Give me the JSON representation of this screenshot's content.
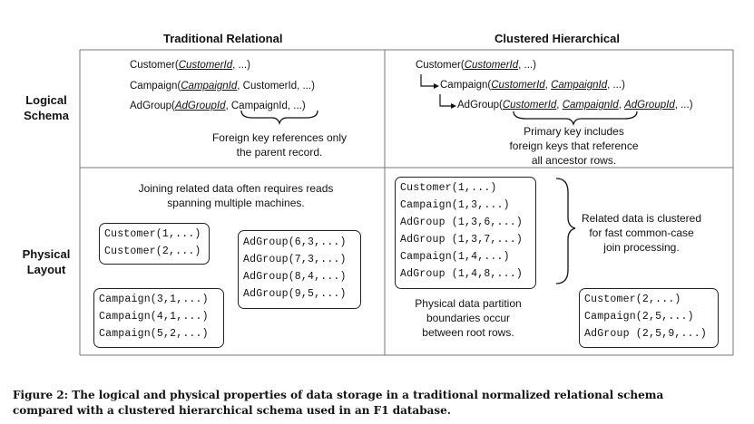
{
  "headers": {
    "traditional": "Traditional Relational",
    "clustered": "Clustered Hierarchical"
  },
  "row_labels": {
    "logical_1": "Logical",
    "logical_2": "Schema",
    "physical_1": "Physical",
    "physical_2": "Layout"
  },
  "traditional_logical": {
    "customer": {
      "prefix": "Customer(",
      "key": "CustomerId",
      "suffix": ", ...)"
    },
    "campaign": {
      "prefix": "Campaign(",
      "key": "CampaignId",
      "suffix": ", CustomerId, ...)"
    },
    "adgroup": {
      "prefix": "AdGroup(",
      "key": "AdGroupId",
      "mid": ", ",
      "fk": "CampaignId",
      "suffix": ", ...)"
    },
    "note_1": "Foreign key references only",
    "note_2": "the parent record."
  },
  "clustered_logical": {
    "customer": {
      "prefix": "Customer(",
      "key": "CustomerId",
      "suffix": ", ...)"
    },
    "campaign": {
      "prefix": "Campaign(",
      "key1": "CustomerId",
      "sep": ", ",
      "key2": "CampaignId",
      "suffix": ", ...)"
    },
    "adgroup": {
      "prefix": "AdGroup(",
      "key1": "CustomerId",
      "sep1": ", ",
      "key2": "CampaignId",
      "sep2": ", ",
      "key3": "AdGroupId",
      "suffix": ", ...)"
    },
    "note_1": "Primary key includes",
    "note_2": "foreign keys that reference",
    "note_3": "all ancestor rows."
  },
  "traditional_physical": {
    "note_1": "Joining related data often requires reads",
    "note_2": "spanning multiple machines.",
    "customer_box": [
      "Customer(1,...)",
      "Customer(2,...)"
    ],
    "adgroup_box": [
      "AdGroup(6,3,...)",
      "AdGroup(7,3,...)",
      "AdGroup(8,4,...)",
      "AdGroup(9,5,...)"
    ],
    "campaign_box": [
      "Campaign(3,1,...)",
      "Campaign(4,1,...)",
      "Campaign(5,2,...)"
    ]
  },
  "clustered_physical": {
    "box1": [
      "Customer(1,...)",
      "Campaign(1,3,...)",
      "AdGroup (1,3,6,...)",
      "AdGroup (1,3,7,...)",
      "Campaign(1,4,...)",
      "AdGroup (1,4,8,...)"
    ],
    "cluster_note_1": "Related data is clustered",
    "cluster_note_2": "for fast common-case",
    "cluster_note_3": "join processing.",
    "partition_note_1": "Physical data partition",
    "partition_note_2": "boundaries occur",
    "partition_note_3": "between root rows.",
    "box2": [
      "Customer(2,...)",
      "Campaign(2,5,...)",
      "AdGroup (2,5,9,...)"
    ]
  },
  "caption": {
    "line_1": "Figure 2: The logical and physical properties of data storage in a traditional normalized relational schema",
    "line_2": "compared with a clustered hierarchical schema used in an F1 database."
  }
}
